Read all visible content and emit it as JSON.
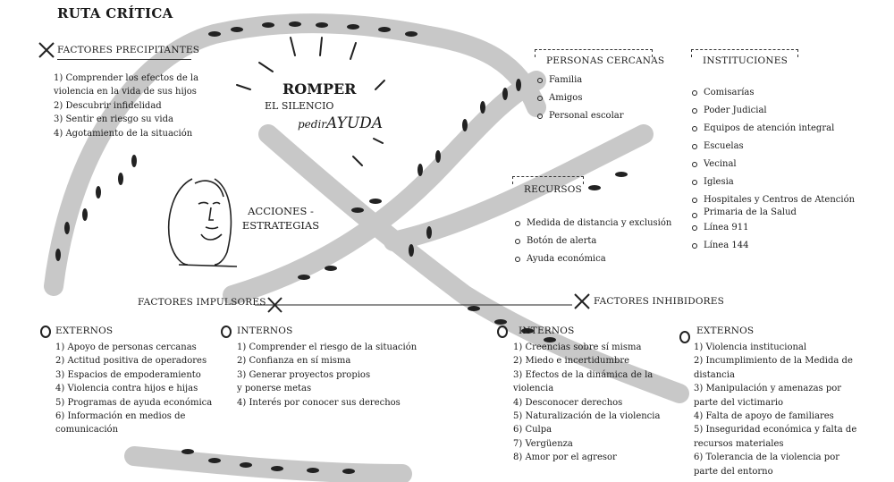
{
  "title": "RUTA CRÍTICA",
  "factores_precipitantes": {
    "heading": "FACTORES PRECIPITANTES",
    "items": [
      "1) Comprender los efectos de la",
      "violencia en la vida de sus hijos",
      "2) Descubrir infidelidad",
      "3) Sentir en riesgo su vida",
      "4) Agotamiento de la situación"
    ]
  },
  "center": {
    "romper": "ROMPER",
    "silencio": "EL SILENCIO",
    "pedir": "pedir",
    "ayuda": "AYUDA",
    "acciones_1": "ACCIONES -",
    "acciones_2": "ESTRATEGIAS"
  },
  "personas_cercanas": {
    "heading": "PERSONAS CERCANAS",
    "items": [
      "Familia",
      "Amigos",
      "Personal escolar"
    ]
  },
  "instituciones": {
    "heading": "INSTITUCIONES",
    "items": [
      "Comisarías",
      "Poder Judicial",
      "Equipos de atención integral",
      "Escuelas",
      "Vecinal",
      "Iglesia",
      "Hospitales y Centros de Atención",
      "Primaria de la Salud",
      "Línea 911",
      "Línea 144"
    ]
  },
  "recursos": {
    "heading": "RECURSOS",
    "items": [
      "Medida de distancia y exclusión",
      "Botón de alerta",
      "Ayuda económica"
    ]
  },
  "factores_impulsores": "FACTORES IMPULSORES",
  "factores_inhibidores": "FACTORES INHIBIDORES",
  "impulsores_externos": {
    "heading": "EXTERNOS",
    "items": [
      "1) Apoyo de personas cercanas",
      "2) Actitud positiva de operadores",
      "3) Espacios de empoderamiento",
      "4) Violencia contra hijos e hijas",
      "5) Programas de ayuda económica",
      "6) Información en medios de",
      "comunicación"
    ]
  },
  "impulsores_internos": {
    "heading": "INTERNOS",
    "items": [
      "1) Comprender el riesgo de la situación",
      "2) Confianza en sí misma",
      "3) Generar proyectos propios",
      "y ponerse metas",
      "4) Interés por conocer sus derechos"
    ]
  },
  "inhibidores_internos": {
    "heading": "INTERNOS",
    "items": [
      "1) Creencias sobre sí misma",
      "2) Miedo e incertidumbre",
      "3) Efectos de la dinámica de la",
      "violencia",
      "4) Desconocer derechos",
      "5) Naturalización de la violencia",
      "6) Culpa",
      "7) Vergüenza",
      "8) Amor por el agresor"
    ]
  },
  "inhibidores_externos": {
    "heading": "EXTERNOS",
    "items": [
      "1) Violencia institucional",
      "2) Incumplimiento de la Medida de",
      "distancia",
      "3) Manipulación y amenazas por",
      "parte del victimario",
      "4) Falta de apoyo de familiares",
      "5) Inseguridad económica y falta de",
      "recursos materiales",
      "6) Tolerancia de la violencia por",
      "parte del entorno"
    ]
  },
  "colors": {
    "path": "#c4c4c4",
    "ink": "#1a1a1a"
  }
}
